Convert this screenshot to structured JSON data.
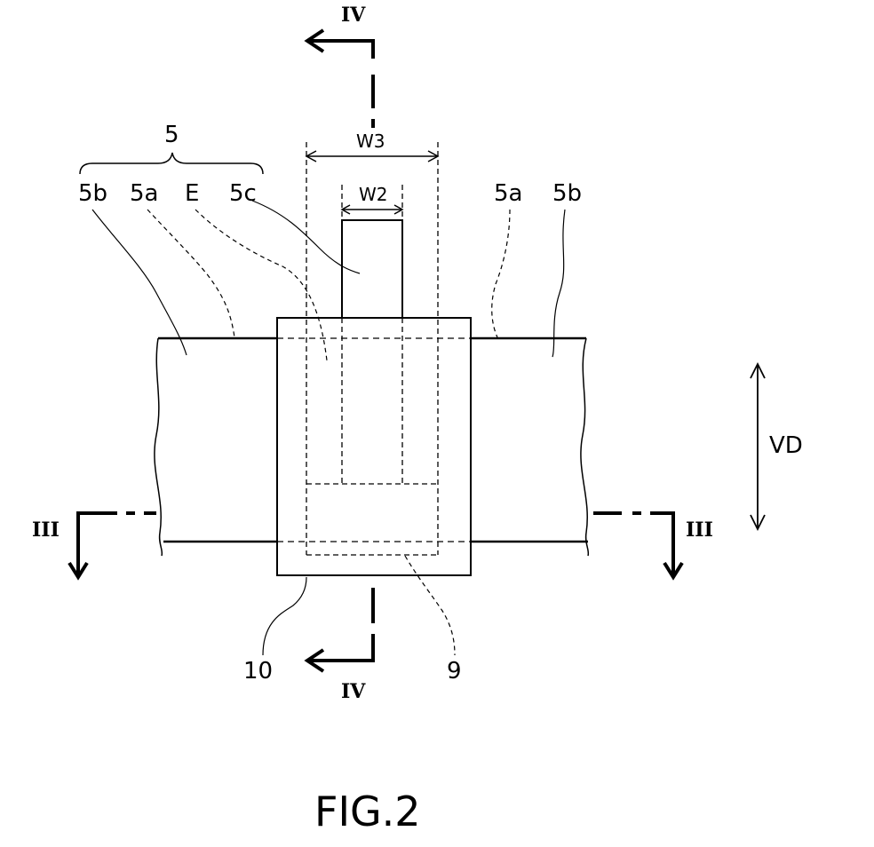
{
  "figure": {
    "caption": "FIG.2",
    "labels": {
      "group_5": "5",
      "left_5b": "5b",
      "left_5a": "5a",
      "label_E": "E",
      "label_5c": "5c",
      "right_5a": "5a",
      "right_5b": "5b",
      "w3": "W3",
      "w2": "W2",
      "vd": "VD",
      "label_10": "10",
      "label_9": "9",
      "section_iv_top": "IV",
      "section_iv_bottom": "IV",
      "section_iii_left": "III",
      "section_iii_right": "III"
    }
  }
}
